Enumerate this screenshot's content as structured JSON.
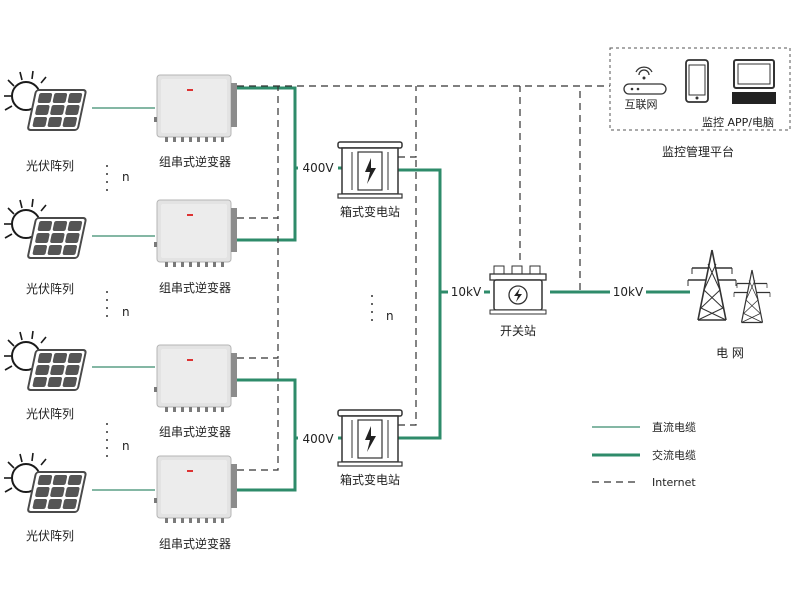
{
  "pv_arrays": [
    {
      "label": "光伏阵列"
    },
    {
      "label": "光伏阵列"
    },
    {
      "label": "光伏阵列"
    },
    {
      "label": "光伏阵列"
    }
  ],
  "inverters": [
    {
      "label": "组串式逆变器"
    },
    {
      "label": "组串式逆变器"
    },
    {
      "label": "组串式逆变器"
    },
    {
      "label": "组串式逆变器"
    }
  ],
  "n_marks": [
    "n",
    "n",
    "n",
    "n"
  ],
  "voltages": {
    "low": "400V",
    "mid": "10kV"
  },
  "box_substations": [
    {
      "label": "箱式变电站"
    },
    {
      "label": "箱式变电站"
    }
  ],
  "switch_station": {
    "label": "开关站"
  },
  "grid": {
    "label": "电 网"
  },
  "monitoring": {
    "title": "监控管理平台",
    "internet_label": "互联网",
    "app_label": "监控 APP/电脑"
  },
  "legend": [
    {
      "label": "直流电缆"
    },
    {
      "label": "交流电缆"
    },
    {
      "label": "Internet"
    }
  ],
  "colors": {
    "dc_cable": "#3a8c6e",
    "ac_cable": "#2e8b6a",
    "internet": "#333333",
    "panel": "#5a5a5a",
    "inverter": "#d6d6d6",
    "inverter_side": "#8a8a8a"
  }
}
